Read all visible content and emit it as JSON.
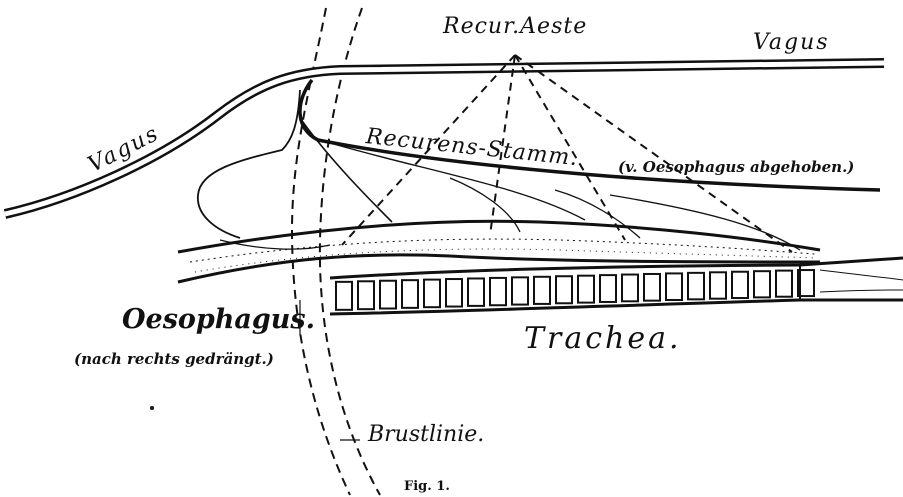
{
  "labels": {
    "vagus_right": "Vagus",
    "vagus_left": "Vagus",
    "recur_aeste": "Recur.Aeste",
    "recurrens_stamm": "Recurens-Stamm.",
    "oesophagus_note": "(v. Oesophagus abgehoben.)",
    "oesophagus": "Oesophagus.",
    "oesophagus_sub": "(nach rechts gedrängt.)",
    "trachea": "Trachea.",
    "brustlinie": "Brustlinie.",
    "figure_caption": "Fig. 1."
  },
  "colors": {
    "ink": "#111111",
    "paper": "#ffffff"
  }
}
